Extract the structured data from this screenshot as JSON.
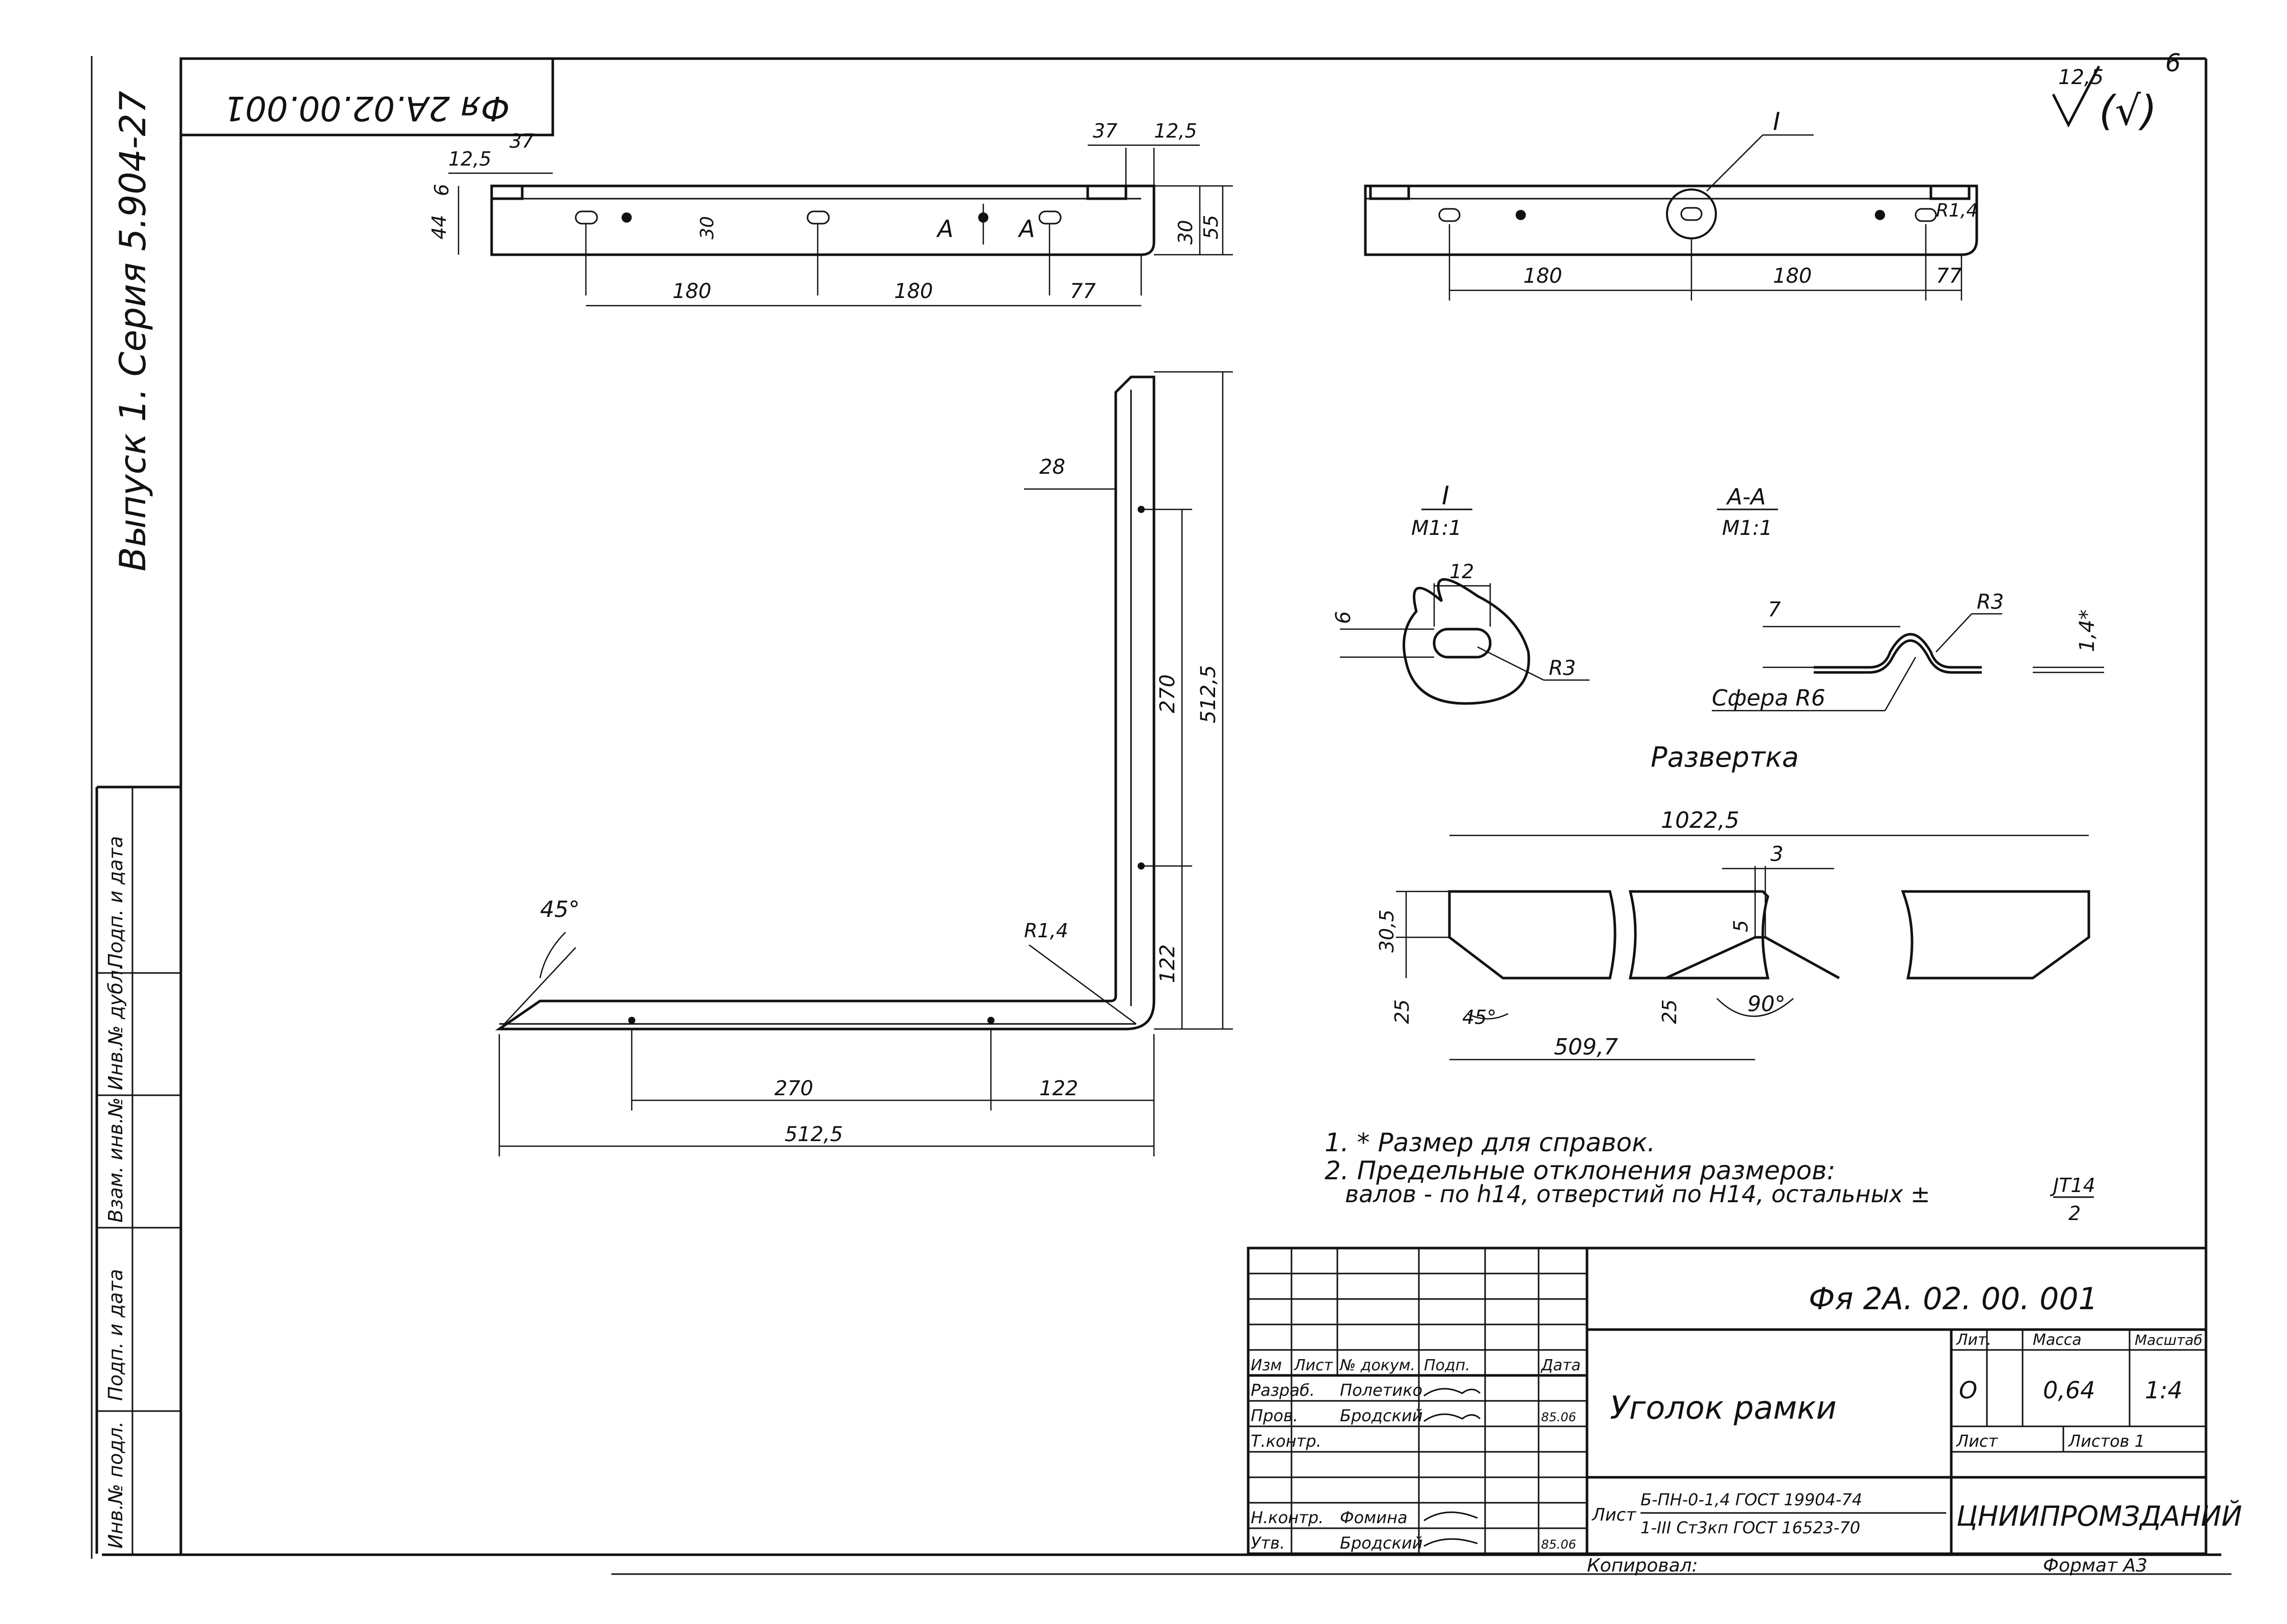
{
  "stamp_code": "Фя 2А.02.00.001",
  "series": "Выпуск 1. Серия 5.904-27",
  "roughness": {
    "value": "12,5",
    "suffix": "(√)",
    "mark": "6"
  },
  "top_left_view": {
    "dims": [
      "12,5",
      "37",
      "37",
      "12,5",
      "6",
      "44",
      "30",
      "30",
      "55",
      "180",
      "180",
      "77",
      "А",
      "А"
    ]
  },
  "top_right_view": {
    "dims": [
      "I",
      "R1,4",
      "180",
      "180",
      "77"
    ]
  },
  "main_view": {
    "dims": [
      "28",
      "270",
      "512,5",
      "45°",
      "R1,4",
      "122",
      "270",
      "122",
      "512,5"
    ]
  },
  "detail_I": {
    "title": "I",
    "scale": "М1:1",
    "dims": [
      "12",
      "6",
      "R3"
    ]
  },
  "section_AA": {
    "title": "А-А",
    "scale": "М1:1",
    "dims": [
      "7",
      "R3",
      "1,4*",
      "Сфера  R6"
    ]
  },
  "development": {
    "title": "Развертка",
    "dims": [
      "1022,5",
      "3",
      "5",
      "30,5",
      "25",
      "25",
      "45°",
      "90°",
      "509,7"
    ]
  },
  "notes": {
    "n1": "1.  * Размер для справок.",
    "n2": "2.  Предельные отклонения размеров:",
    "n2b": "валов - по h14, отверстий по H14, остальных ±",
    "n2_frac_top": "JT14",
    "n2_frac_bot": "2"
  },
  "title_block": {
    "doc_code": "Фя 2А. 02. 00. 001",
    "name": "Уголок рамки",
    "hdr": [
      "Изм",
      "Лист",
      "№ докум.",
      "Подп.",
      "Дата"
    ],
    "rows": [
      {
        "role": "Разраб.",
        "name": "Полетико",
        "sig": "",
        "date": ""
      },
      {
        "role": "Пров.",
        "name": "Бродский",
        "sig": "",
        "date": "85.06"
      },
      {
        "role": "Т.контр.",
        "name": "",
        "sig": "",
        "date": ""
      },
      {
        "role": "",
        "name": "",
        "sig": "",
        "date": ""
      },
      {
        "role": "Н.контр.",
        "name": "Фомина",
        "sig": "",
        "date": ""
      },
      {
        "role": "Утв.",
        "name": "Бродский",
        "sig": "",
        "date": "85.06"
      }
    ],
    "lit_label": "Лит.",
    "mass_label": "Масса",
    "scale_label": "Масштаб",
    "lit_value": "О",
    "mass_value": "0,64",
    "scale_value": "1:4",
    "sheet_label": "Лист",
    "sheets_label": "Листов 1",
    "material_label": "Лист",
    "material_top": "Б-ПН-0-1,4 ГОСТ 19904-74",
    "material_bottom": "1-III Ст3кп ГОСТ 16523-70",
    "org": "ЦНИИПРОМЗДАНИЙ",
    "copied": "Копировал:",
    "format": "Формат А3"
  },
  "side_stamp": [
    "Инв.№ подл.",
    "Подп. и дата",
    "Взам. инв.№",
    "Инв.№ дубл.",
    "Подп. и дата"
  ]
}
